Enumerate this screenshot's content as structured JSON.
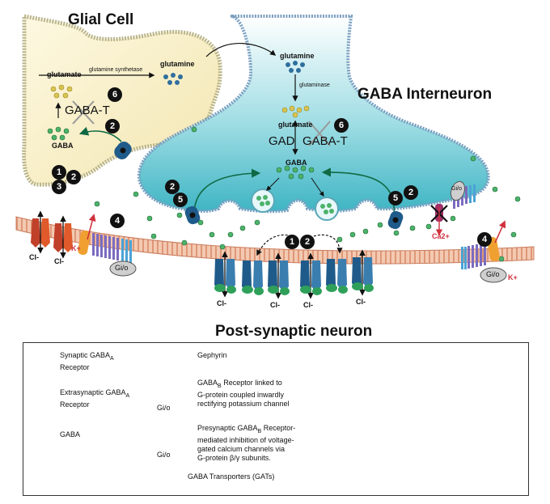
{
  "titles": {
    "glial": "Glial Cell",
    "interneuron": "GABA Interneuron",
    "postsynaptic": "Post-synaptic neuron"
  },
  "glial": {
    "glutamate": "glutamate",
    "enzyme": "glutamine synthetase",
    "glutamine": "glutamine",
    "gaba_t": "GABA-T",
    "gaba": "GABA"
  },
  "interneuron": {
    "glutamine": "glutamine",
    "glutaminase": "glutaminase",
    "glutamate": "glutamate",
    "gad": "GAD",
    "gaba_t": "GABA-T",
    "gaba": "GABA"
  },
  "badges": [
    "1",
    "2",
    "3",
    "4",
    "5",
    "6"
  ],
  "ions": {
    "cl": "Cl-",
    "k": "K+",
    "ca": "Ca2+"
  },
  "gio": "Gi/o",
  "legend": {
    "synaptic_receptor": [
      "Synaptic GABA",
      "A",
      "Receptor"
    ],
    "extrasynaptic_receptor": [
      "Extrasynaptic GABA",
      "A",
      "Receptor"
    ],
    "gaba": "GABA",
    "gephyrin": "Gephyrin",
    "gabab_1": [
      "GABA",
      "B",
      " Receptor linked to",
      "G-protein coupled inwardly",
      "rectifying potassium channel"
    ],
    "gabab_2": [
      "Presynaptic GABA",
      "B",
      " Receptor-",
      "mediated inhibition of voltage-",
      "gated calcium channels via",
      "G-protein β/γ subunits."
    ],
    "gat": "GABA Transporters (GATs)"
  },
  "colors": {
    "glial_fill": "#f7efc4",
    "neuron_fill_top": "#ffffff",
    "neuron_fill_bottom": "#3fb5c4",
    "membrane": "#e9a98b",
    "synaptic_receptor": "#1f5b8a",
    "extrasynaptic_receptor": "#c0402a",
    "gaba_dot": "#4cb36a",
    "glutamate_dot": "#d8c450",
    "glutamine_dot": "#2f6f9e",
    "gephyrin": "#2fa05a",
    "accent_red": "#d0303c"
  }
}
